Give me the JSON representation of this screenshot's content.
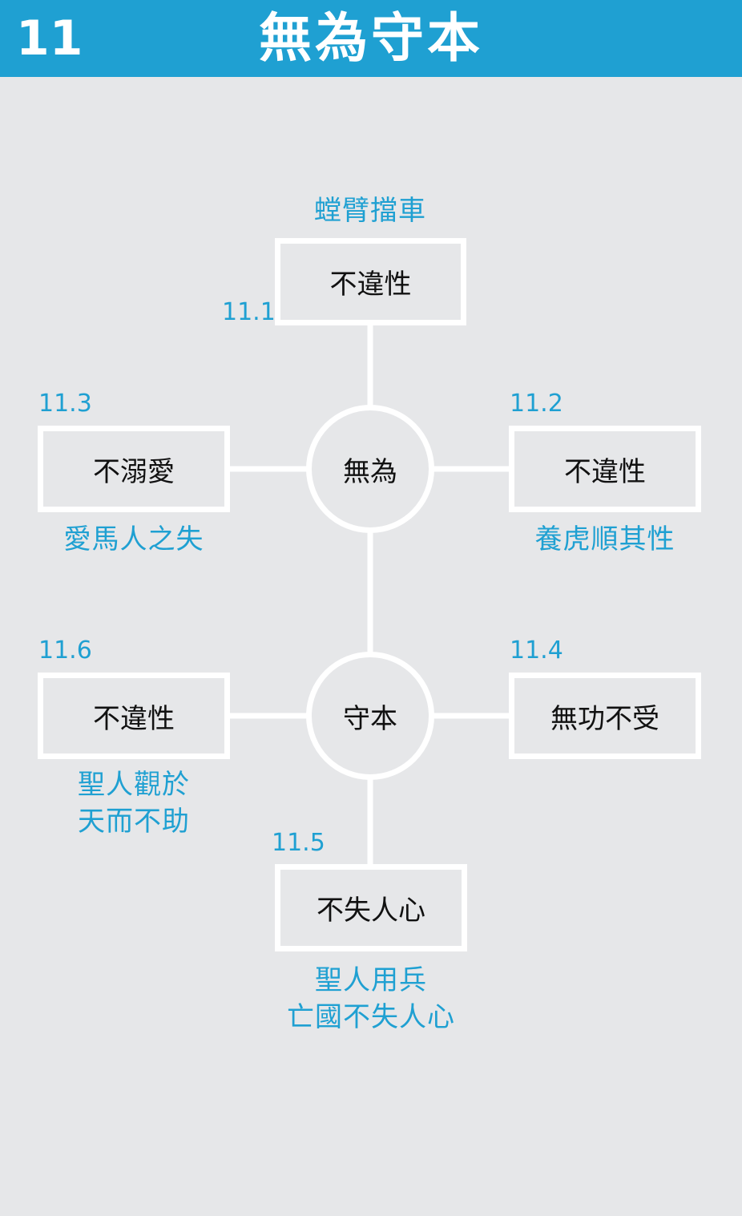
{
  "header": {
    "number": "11",
    "title": "無為守本"
  },
  "hubs": {
    "top": "無為",
    "bottom": "守本"
  },
  "nodes": {
    "n11_1": {
      "number": "11.1",
      "label": "不違性",
      "notes": [
        "螳臂擋車"
      ]
    },
    "n11_2": {
      "number": "11.2",
      "label": "不違性",
      "notes": [
        "養虎順其性"
      ]
    },
    "n11_3": {
      "number": "11.3",
      "label": "不溺愛",
      "notes": [
        "愛馬人之失"
      ]
    },
    "n11_4": {
      "number": "11.4",
      "label": "無功不受",
      "notes": []
    },
    "n11_5": {
      "number": "11.5",
      "label": "不失人心",
      "notes": [
        "聖人用兵",
        "亡國不失人心"
      ]
    },
    "n11_6": {
      "number": "11.6",
      "label": "不違性",
      "notes": [
        "聖人觀於",
        "天而不助"
      ]
    }
  },
  "colors": {
    "accent": "#1fa0d2",
    "background": "#e6e7e9",
    "lines": "#ffffff",
    "text": "#111111"
  }
}
